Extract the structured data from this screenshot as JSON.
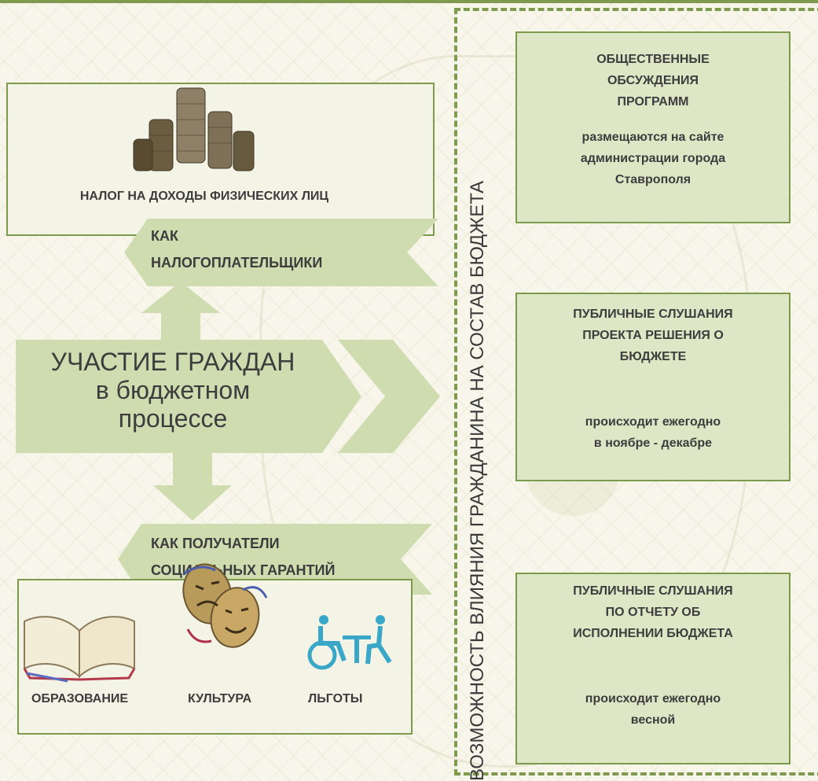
{
  "center": {
    "line1": "УЧАСТИЕ ГРАЖДАН",
    "line2": "в бюджетном",
    "line3": "процессе"
  },
  "tax_box": {
    "label": "НАЛОГ НА ДОХОДЫ ФИЗИЧЕСКИХ ЛИЦ"
  },
  "taxpayers_tag": {
    "line1": "КАК",
    "line2": "НАЛОГОПЛАТЕЛЬЩИКИ"
  },
  "recipients_tag": {
    "line1": "КАК  ПОЛУЧАТЕЛИ",
    "line2": "СОЦИАЛЬНЫХ ГАРАНТИЙ"
  },
  "social_box": {
    "items": [
      "ОБРАЗОВАНИЕ",
      "КУЛЬТУРА",
      "ЛЬГОТЫ"
    ]
  },
  "vertical_label": "ВОЗМОЖНОСТЬ ВЛИЯНИЯ ГРАЖДАНИНА НА СОСТАВ БЮДЖЕТА",
  "right_boxes": [
    {
      "title": [
        "ОБЩЕСТВЕННЫЕ",
        "ОБСУЖДЕНИЯ",
        "ПРОГРАММ"
      ],
      "sub": [
        "размещаются на сайте",
        "администрации города",
        "Ставрополя"
      ]
    },
    {
      "title": [
        "ПУБЛИЧНЫЕ СЛУШАНИЯ",
        "ПРОЕКТА РЕШЕНИЯ О",
        "БЮДЖЕТЕ"
      ],
      "sub": [
        "происходит ежегодно",
        "в ноябре - декабре"
      ]
    },
    {
      "title": [
        "ПУБЛИЧНЫЕ СЛУШАНИЯ",
        "ПО ОТЧЕТУ ОБ",
        "ИСПОЛНЕНИИ БЮДЖЕТА"
      ],
      "sub": [
        "происходит ежегодно",
        "весной"
      ]
    }
  ],
  "icons": [
    "coins-icon",
    "book-icon",
    "theatre-masks-icon",
    "disability-icon"
  ],
  "colors": {
    "accent": "#7b9a4c",
    "arrow": "#cfdcb0",
    "box": "#dde6c5"
  }
}
